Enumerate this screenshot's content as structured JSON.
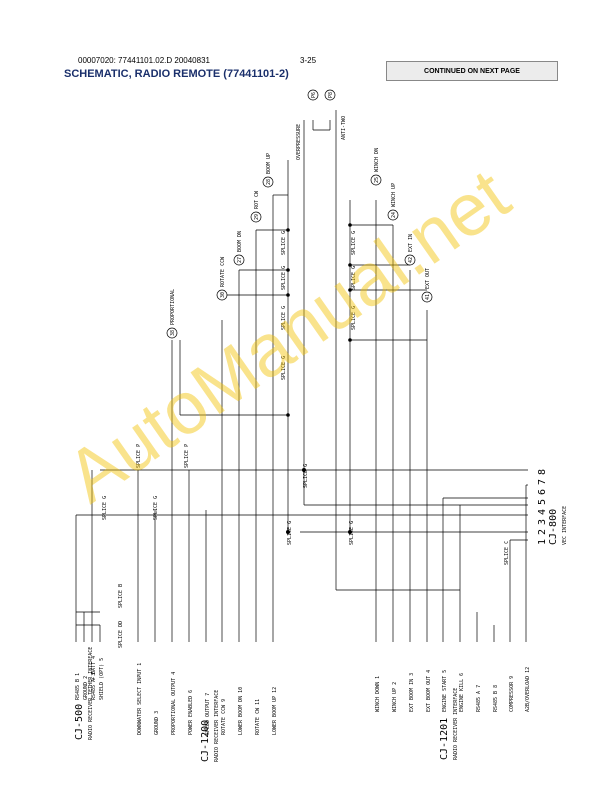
{
  "header": {
    "doc_id": "00007020: 77441101.02.D 20040831",
    "page_number": "3-25",
    "title": "SCHEMATIC, RADIO REMOTE (77441101-2)",
    "continued": "CONTINUED ON NEXT PAGE"
  },
  "watermark": "AutoManual.net",
  "connectors": {
    "cj500": {
      "name": "CJ-500",
      "subtitle": "RADIO RECEIVER\nTETHER INTERFACE",
      "pins": [
        "RS485 B 1",
        "GROUND 2",
        "RS485 A 3",
        "+ BATT 4",
        "SHIELD (OPT) 5"
      ]
    },
    "cj1200": {
      "name": "CJ-1200",
      "subtitle": "RADIO RECEIVER\nINTERFACE",
      "pins": [
        "DOWNWATER SELECT INPUT 1",
        "GROUND 3",
        "PROPORTIONAL OUTPUT 4",
        "POWER ENABLED 6",
        "SPEED OUTPUT 7",
        "ROTATE CCW 9",
        "LOWER BOOM DN 10",
        "ROTATE CW 11",
        "LOWER BOOM UP 12"
      ]
    },
    "cj1201": {
      "name": "CJ-1201",
      "subtitle": "RADIO RECEIVER\nINTERFACE",
      "pins": [
        "WINCH DOWN 1",
        "WINCH UP 2",
        "EXT BOOM IN 3",
        "EXT BOOM OUT 4",
        "ENGINE START 5",
        "ENGINE KILL 6",
        "RS485 A 7",
        "RS485 B 8",
        "COMPRESSOR 9",
        "A2B/OVERLOAD 12"
      ]
    },
    "cj800": {
      "name": "CJ-800",
      "subtitle": "VEC INTERFACE",
      "pins": [
        "1",
        "2",
        "3",
        "4",
        "5",
        "6",
        "7",
        "8"
      ]
    }
  },
  "outputs": [
    {
      "num": "38",
      "label": "PROPORTIONAL"
    },
    {
      "num": "30",
      "label": "ROTATE CCW"
    },
    {
      "num": "27",
      "label": "BOOM DN"
    },
    {
      "num": "29",
      "label": "ROT CW"
    },
    {
      "num": "28",
      "label": "BOOM UP"
    },
    {
      "num": "42",
      "label": "EXT IN"
    },
    {
      "num": "41",
      "label": "EXT OUT"
    },
    {
      "num": "24",
      "label": "WINCH UP"
    },
    {
      "num": "25",
      "label": "WINCH DN"
    },
    {
      "num": "P6",
      "label": "OVERPRESSURE"
    },
    {
      "num": "P8",
      "label": "ANTI-TWO"
    }
  ],
  "splices": {
    "g": "SPLICE G",
    "p": "SPLICE P",
    "b": "SPLICE B",
    "d": "SPLICE DD",
    "c": "SPLICE C"
  }
}
